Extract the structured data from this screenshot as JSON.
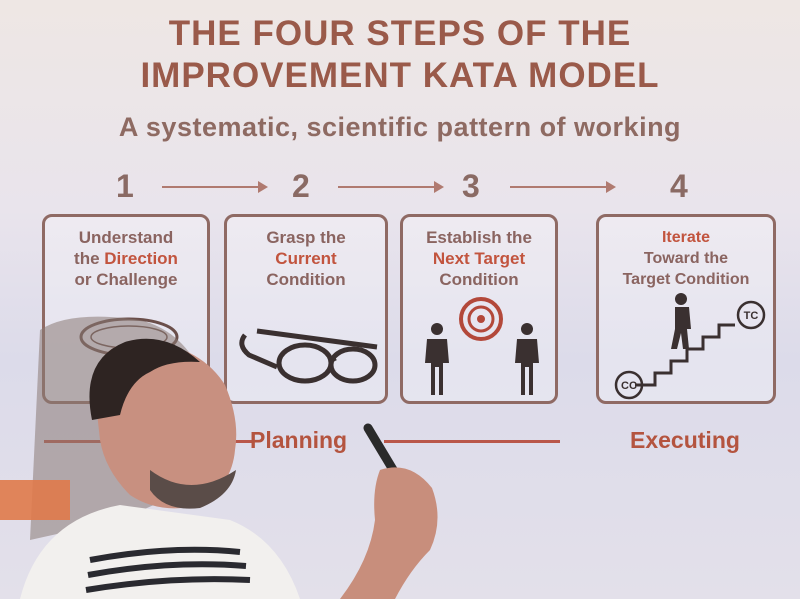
{
  "slide": {
    "title_line1": "THE FOUR STEPS OF THE",
    "title_line2": "IMPROVEMENT KATA MODEL",
    "subtitle": "A systematic, scientific pattern of working"
  },
  "steps": [
    {
      "number": "1",
      "line1": "Understand",
      "line2a": "the ",
      "line2b": "Direction",
      "line3": "or Challenge",
      "icon": "compass-icon"
    },
    {
      "number": "2",
      "line1": "Grasp the",
      "line2": "Current",
      "line3": "Condition",
      "icon": "glasses-icon"
    },
    {
      "number": "3",
      "line1": "Establish the",
      "line2": "Next Target",
      "line3": "Condition",
      "icon": "target-icon"
    },
    {
      "number": "4",
      "line1": "Iterate",
      "line2": "Toward the",
      "line3": "Target Condition",
      "icon": "stairs-icon"
    }
  ],
  "stairs_labels": {
    "start": "CC",
    "end": "TC"
  },
  "phases": {
    "planning": "Planning",
    "executing": "Executing"
  },
  "colors": {
    "accent": "#c2543e",
    "text": "#8a6460",
    "title": "#9a5a4a"
  }
}
